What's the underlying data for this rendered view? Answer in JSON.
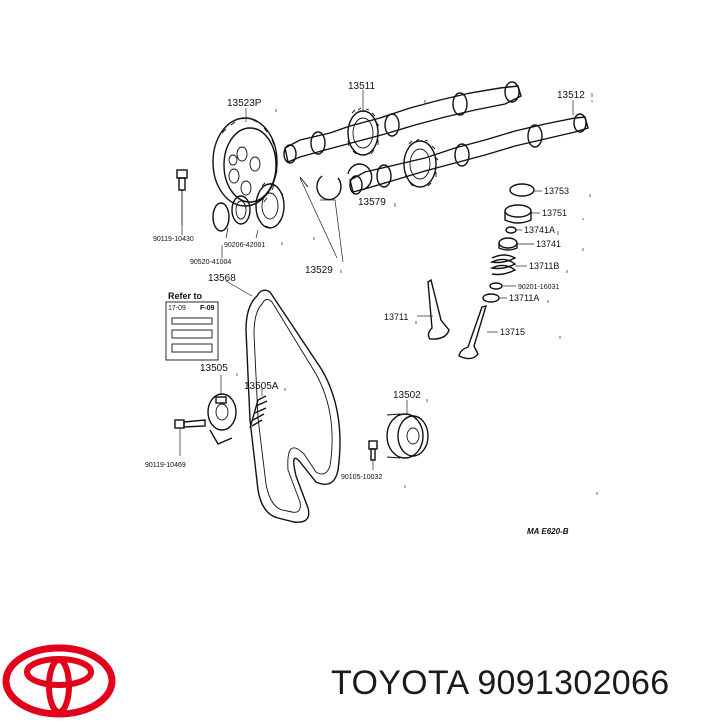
{
  "parts": {
    "p13511": "13511",
    "p13512": "13512",
    "p13523P": "13523P",
    "p13579": "13579",
    "p13529": "13529",
    "p90119_10430": "90119-10430",
    "p90206_42001": "90206-42001",
    "p90520_41004": "90520-41004",
    "p13568": "13568",
    "p13505": "13505",
    "p13505A": "13505A",
    "p90119_10469": "90119-10469",
    "p13502": "13502",
    "p90105_10032": "90105-10032",
    "p13753": "13753",
    "p13751": "13751",
    "p13741A": "13741A",
    "p13741": "13741",
    "p13711B": "13711B",
    "p90201_16031": "90201-16031",
    "p13711A": "13711A",
    "p13711": "13711",
    "p13715": "13715"
  },
  "refer_box": {
    "title": "Refer to",
    "line1": "17-09",
    "line2": "F-09"
  },
  "diagram_code": "MA E620-B",
  "footer": {
    "brand": "TOYOTA",
    "part_number": "9091302066",
    "logo": "toyota-logo",
    "logo_color": "#e2001a"
  }
}
